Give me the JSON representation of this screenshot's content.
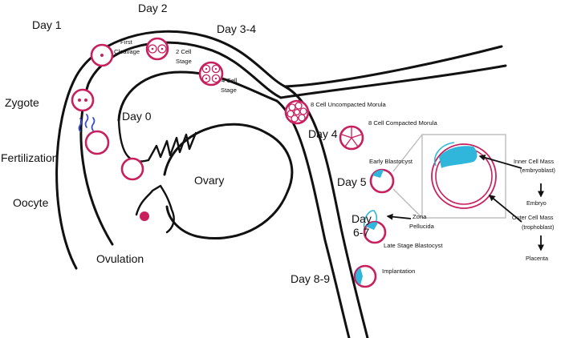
{
  "colors": {
    "cell": "#c8205e",
    "icm": "#2fb6da",
    "sperm": "#3b4fc8",
    "line": "#111111",
    "zoom_box": "#bcbcbc"
  },
  "days": {
    "day1": "Day 1",
    "day2": "Day 2",
    "day34": "Day 3-4",
    "day0": "Day 0",
    "day4": "Day 4",
    "day5": "Day 5",
    "day67_a": "Day",
    "day67_b": "6-7",
    "day89": "Day 8-9"
  },
  "events": {
    "zygote": "Zygote",
    "fertilization": "Fertilization",
    "oocyte": "Oocyte",
    "ovulation": "Ovulation",
    "ovary": "Ovary"
  },
  "stages": {
    "first_cleavage_a": "First",
    "first_cleavage_b": "Cleavage",
    "two_cell_a": "2 Cell",
    "two_cell_b": "Stage",
    "four_cell_a": "4 Cell",
    "four_cell_b": "Stage",
    "uncompacted": "8 Cell Uncompacted Morula",
    "compacted": "8 Cell Compacted Morula",
    "early_blast": "Early Blastocyst",
    "zona_a": "Zona",
    "zona_b": "Pellucida",
    "late_blast": "Late Stage Blastocyst",
    "implantation": "Implantation"
  },
  "callouts": {
    "icm_a": "Inner Cell Mass",
    "icm_b": "(embryoblast)",
    "embryo": "Embryo",
    "ocm_a": "Outer Cell Mass",
    "ocm_b": "(trophoblast)",
    "placenta": "Placenta"
  }
}
